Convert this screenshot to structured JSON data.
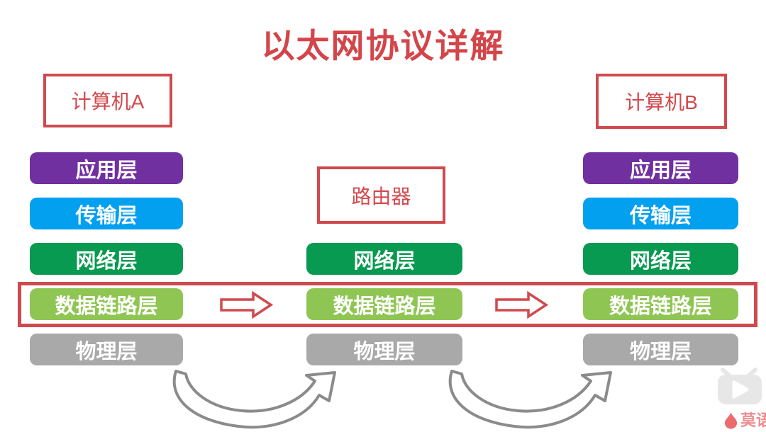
{
  "title": "以太网协议详解",
  "colors": {
    "accent_red": "#cf4a4e",
    "title_red": "#d4454a",
    "layer_application": "#7030a0",
    "layer_transport": "#04a0f0",
    "layer_network": "#089a50",
    "layer_datalink": "#8fc653",
    "layer_physical": "#a9a9a9",
    "curve_arrow_gray": "#8b8b8b",
    "watermark_pink": "#ee8e91"
  },
  "nodes": {
    "computer_a": "计算机A",
    "router": "路由器",
    "computer_b": "计算机B"
  },
  "stacks": [
    {
      "name": "computer-a",
      "layers": [
        {
          "id": "application",
          "label": "应用层"
        },
        {
          "id": "transport",
          "label": "传输层"
        },
        {
          "id": "network",
          "label": "网络层"
        },
        {
          "id": "datalink",
          "label": "数据链路层"
        },
        {
          "id": "physical",
          "label": "物理层"
        }
      ]
    },
    {
      "name": "router",
      "layers": [
        {
          "id": "network",
          "label": "网络层"
        },
        {
          "id": "datalink",
          "label": "数据链路层"
        },
        {
          "id": "physical",
          "label": "物理层"
        }
      ]
    },
    {
      "name": "computer-b",
      "layers": [
        {
          "id": "application",
          "label": "应用层"
        },
        {
          "id": "transport",
          "label": "传输层"
        },
        {
          "id": "network",
          "label": "网络层"
        },
        {
          "id": "datalink",
          "label": "数据链路层"
        },
        {
          "id": "physical",
          "label": "物理层"
        }
      ]
    }
  ],
  "watermark": {
    "text": "莫语"
  }
}
